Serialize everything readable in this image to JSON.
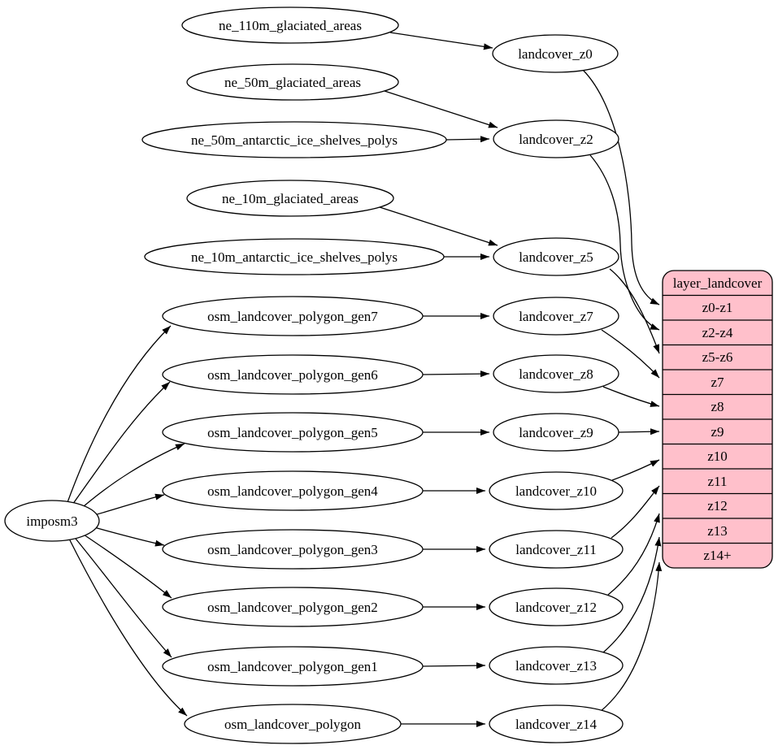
{
  "nodes": {
    "imposm3": "imposm3",
    "ne_110m_glaciated_areas": "ne_110m_glaciated_areas",
    "ne_50m_glaciated_areas": "ne_50m_glaciated_areas",
    "ne_50m_antarctic_ice_shelves_polys": "ne_50m_antarctic_ice_shelves_polys",
    "ne_10m_glaciated_areas": "ne_10m_glaciated_areas",
    "ne_10m_antarctic_ice_shelves_polys": "ne_10m_antarctic_ice_shelves_polys",
    "osm_landcover_polygon_gen7": "osm_landcover_polygon_gen7",
    "osm_landcover_polygon_gen6": "osm_landcover_polygon_gen6",
    "osm_landcover_polygon_gen5": "osm_landcover_polygon_gen5",
    "osm_landcover_polygon_gen4": "osm_landcover_polygon_gen4",
    "osm_landcover_polygon_gen3": "osm_landcover_polygon_gen3",
    "osm_landcover_polygon_gen2": "osm_landcover_polygon_gen2",
    "osm_landcover_polygon_gen1": "osm_landcover_polygon_gen1",
    "osm_landcover_polygon": "osm_landcover_polygon",
    "landcover_z0": "landcover_z0",
    "landcover_z2": "landcover_z2",
    "landcover_z5": "landcover_z5",
    "landcover_z7": "landcover_z7",
    "landcover_z8": "landcover_z8",
    "landcover_z9": "landcover_z9",
    "landcover_z10": "landcover_z10",
    "landcover_z11": "landcover_z11",
    "landcover_z12": "landcover_z12",
    "landcover_z13": "landcover_z13",
    "landcover_z14": "landcover_z14"
  },
  "table": {
    "title": "layer_landcover",
    "rows": [
      "z0-z1",
      "z2-z4",
      "z5-z6",
      "z7",
      "z8",
      "z9",
      "z10",
      "z11",
      "z12",
      "z13",
      "z14+"
    ]
  },
  "edges": [
    {
      "from": "ne_110m_glaciated_areas",
      "to": "landcover_z0"
    },
    {
      "from": "ne_50m_glaciated_areas",
      "to": "landcover_z2"
    },
    {
      "from": "ne_50m_antarctic_ice_shelves_polys",
      "to": "landcover_z2"
    },
    {
      "from": "ne_10m_glaciated_areas",
      "to": "landcover_z5"
    },
    {
      "from": "ne_10m_antarctic_ice_shelves_polys",
      "to": "landcover_z5"
    },
    {
      "from": "imposm3",
      "to": "osm_landcover_polygon_gen7"
    },
    {
      "from": "imposm3",
      "to": "osm_landcover_polygon_gen6"
    },
    {
      "from": "imposm3",
      "to": "osm_landcover_polygon_gen5"
    },
    {
      "from": "imposm3",
      "to": "osm_landcover_polygon_gen4"
    },
    {
      "from": "imposm3",
      "to": "osm_landcover_polygon_gen3"
    },
    {
      "from": "imposm3",
      "to": "osm_landcover_polygon_gen2"
    },
    {
      "from": "imposm3",
      "to": "osm_landcover_polygon_gen1"
    },
    {
      "from": "imposm3",
      "to": "osm_landcover_polygon"
    },
    {
      "from": "osm_landcover_polygon_gen7",
      "to": "landcover_z7"
    },
    {
      "from": "osm_landcover_polygon_gen6",
      "to": "landcover_z8"
    },
    {
      "from": "osm_landcover_polygon_gen5",
      "to": "landcover_z9"
    },
    {
      "from": "osm_landcover_polygon_gen4",
      "to": "landcover_z10"
    },
    {
      "from": "osm_landcover_polygon_gen3",
      "to": "landcover_z11"
    },
    {
      "from": "osm_landcover_polygon_gen2",
      "to": "landcover_z12"
    },
    {
      "from": "osm_landcover_polygon_gen1",
      "to": "landcover_z13"
    },
    {
      "from": "osm_landcover_polygon",
      "to": "landcover_z14"
    },
    {
      "from": "landcover_z0",
      "to": "layer_landcover.z0-z1"
    },
    {
      "from": "landcover_z2",
      "to": "layer_landcover.z2-z4"
    },
    {
      "from": "landcover_z5",
      "to": "layer_landcover.z5-z6"
    },
    {
      "from": "landcover_z7",
      "to": "layer_landcover.z7"
    },
    {
      "from": "landcover_z8",
      "to": "layer_landcover.z8"
    },
    {
      "from": "landcover_z9",
      "to": "layer_landcover.z9"
    },
    {
      "from": "landcover_z10",
      "to": "layer_landcover.z10"
    },
    {
      "from": "landcover_z11",
      "to": "layer_landcover.z11"
    },
    {
      "from": "landcover_z12",
      "to": "layer_landcover.z12"
    },
    {
      "from": "landcover_z13",
      "to": "layer_landcover.z13"
    },
    {
      "from": "landcover_z14",
      "to": "layer_landcover.z14+"
    }
  ],
  "colors": {
    "table_fill": "#ffc0cb",
    "node_fill": "#ffffff",
    "stroke": "#000000",
    "background": "#ffffff"
  }
}
